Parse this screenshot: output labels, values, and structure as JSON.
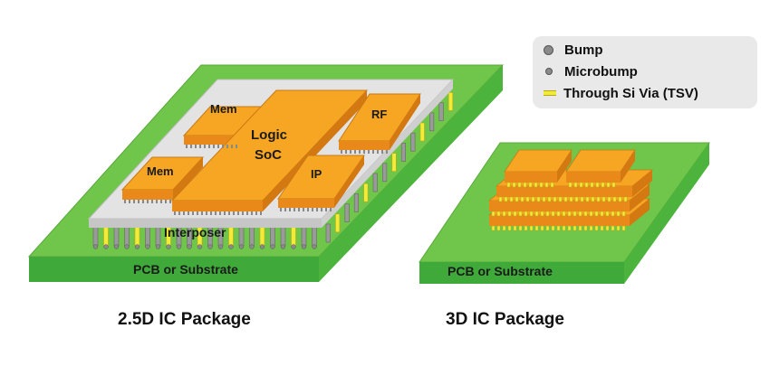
{
  "legend": {
    "bump": "Bump",
    "microbump": "Microbump",
    "tsv": "Through Si Via (TSV)"
  },
  "pkg25": {
    "caption": "2.5D IC Package",
    "substrate_label": "PCB or Substrate",
    "interposer_label": "Interposer",
    "chips": {
      "mem_top": "Mem",
      "mem_bottom": "Mem",
      "logic_line1": "Logic",
      "logic_line2": "SoC",
      "rf": "RF",
      "ip": "IP"
    }
  },
  "pkg3d": {
    "caption": "3D IC Package",
    "substrate_label": "PCB or Substrate"
  },
  "colors": {
    "substrate_top": "#6fc64a",
    "substrate_side": "#3faa3a",
    "chip_top": "#f7a623",
    "chip_side": "#e8891a",
    "interposer": "#d9d9d9",
    "tsv": "#f4ea3a",
    "bump": "#8a8a8a"
  }
}
